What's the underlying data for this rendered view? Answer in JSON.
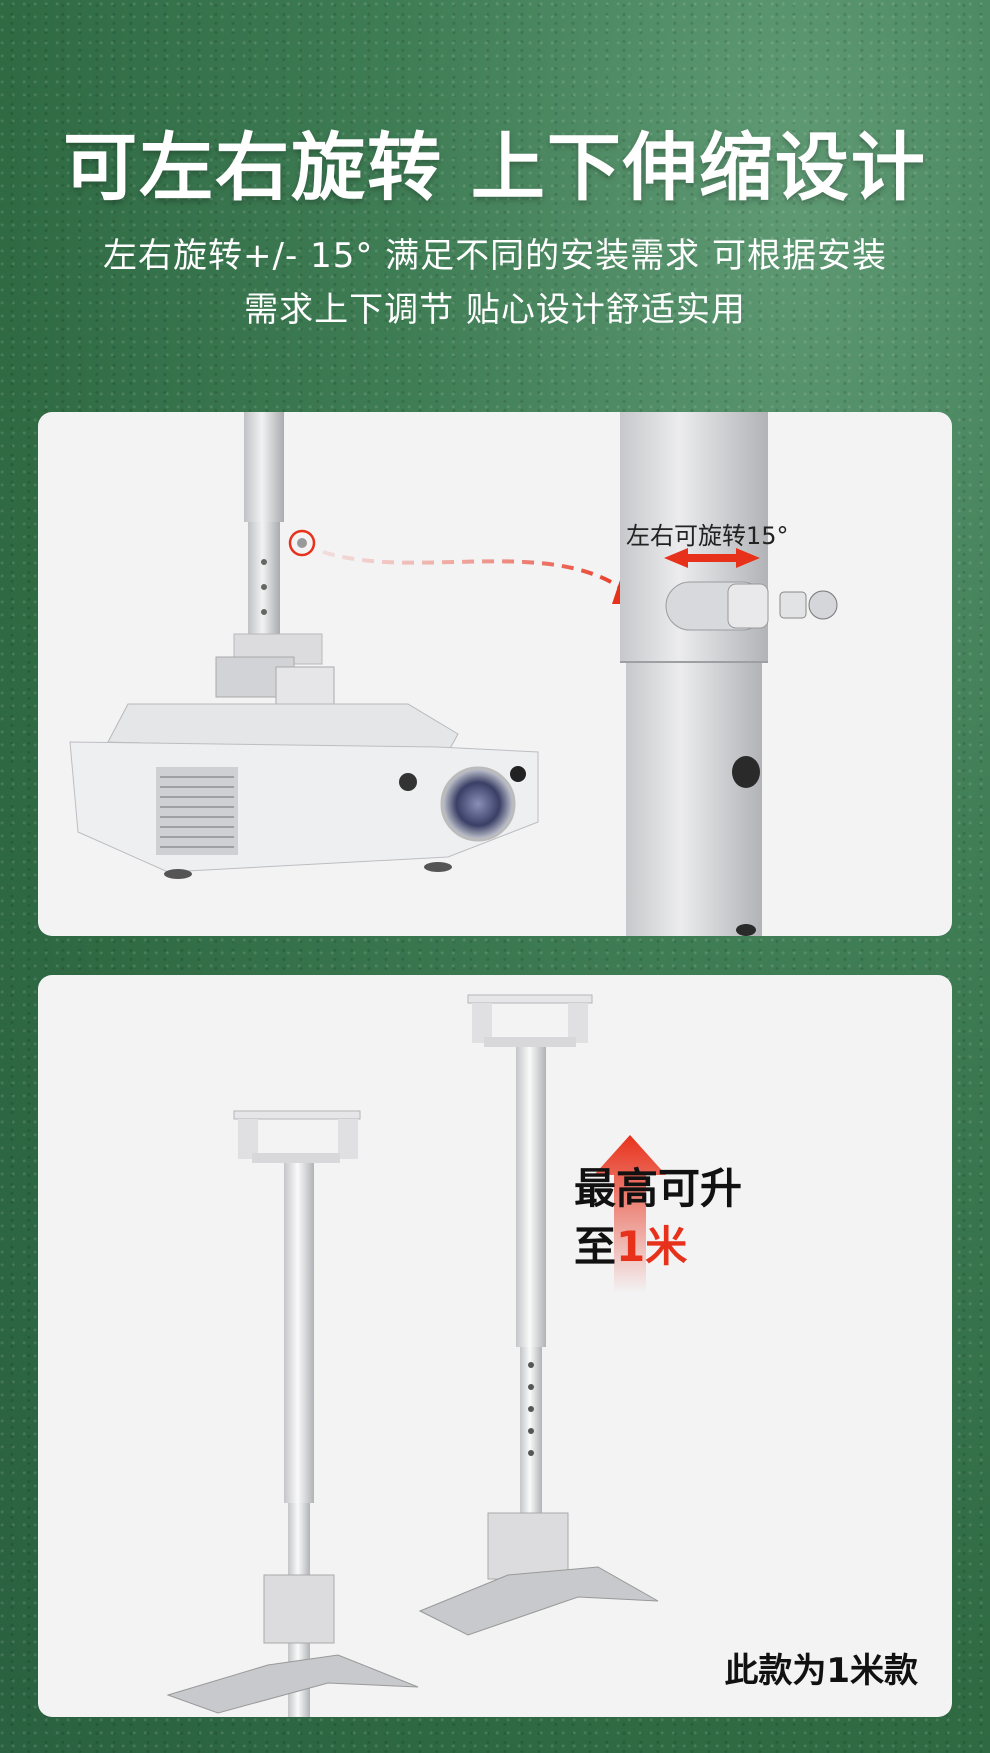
{
  "header": {
    "title": "可左右旋转 上下伸缩设计",
    "subtitle_line1": "左右旋转+/- 15° 满足不同的安装需求 可根据安装",
    "subtitle_line2": "需求上下调节 贴心设计舒适实用"
  },
  "rotation_panel": {
    "label": "左右可旋转15°"
  },
  "height_panel": {
    "line1": "最高可升",
    "line2_prefix": "至",
    "line2_highlight": "1米",
    "model_note": "此款为1米款"
  },
  "colors": {
    "background_green": "#3f7d55",
    "accent_red": "#e8311b",
    "card_bg": "#f3f3f4"
  }
}
